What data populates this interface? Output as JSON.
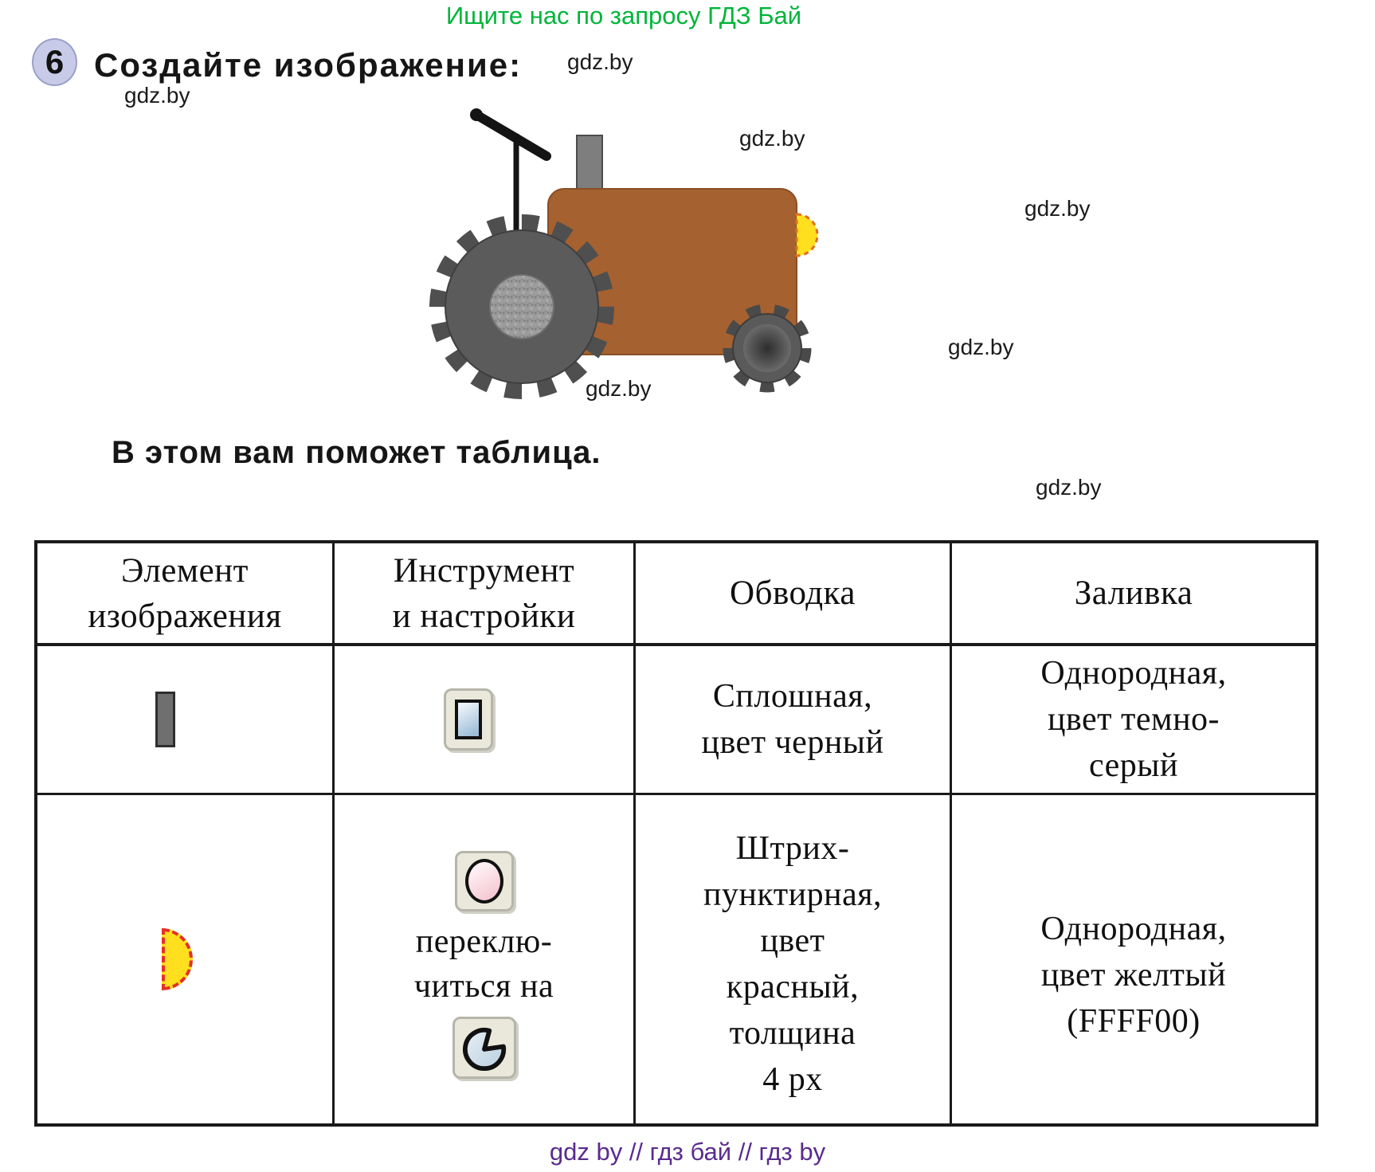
{
  "promo": {
    "text": "Ищите нас по запросу ГДЗ Бай",
    "color": "#00b53a"
  },
  "task": {
    "number": "6",
    "title": "Создайте изображение:"
  },
  "helper_text": "В этом вам поможет таблица.",
  "watermark": {
    "text": "gdz.by"
  },
  "footer": {
    "text": "gdz by  //  гдз бай  //  гдз by",
    "color": "#5a2b8f"
  },
  "figure": {
    "subject": "tractor drawn from simple shapes",
    "colors": {
      "body": "#a5612f",
      "wheel_tire": "#5b5b5b",
      "wheel_teeth": "#4f4f4f",
      "hub_light_gray": "#9c9c9c",
      "exhaust_gray": "#7e7e7e",
      "headlight_yellow": "#ffdf1e",
      "headlight_stroke_orange": "#e0701a"
    }
  },
  "table": {
    "headers": {
      "element": "Элемент\nизображения",
      "tool": "Инструмент\nи настройки",
      "stroke": "Обводка",
      "fill": "Заливка"
    },
    "row1": {
      "element_icon": "dark-gray-rectangle",
      "tool_icon": "rectangle-tool",
      "stroke": "Сплошная,\nцвет черный",
      "fill": "Однородная,\nцвет темно-\nсерый"
    },
    "row2": {
      "element_icon": "yellow-half-circle",
      "tool_icon_primary": "ellipse-tool",
      "switch_text": "переклю-\nчиться на",
      "tool_icon_secondary": "pie-arc-tool",
      "stroke": "Штрих-\nпунктирная,\nцвет\nкрасный,\nтолщина\n4 px",
      "fill": "Однородная,\nцвет желтый\n(FFFF00)"
    }
  }
}
